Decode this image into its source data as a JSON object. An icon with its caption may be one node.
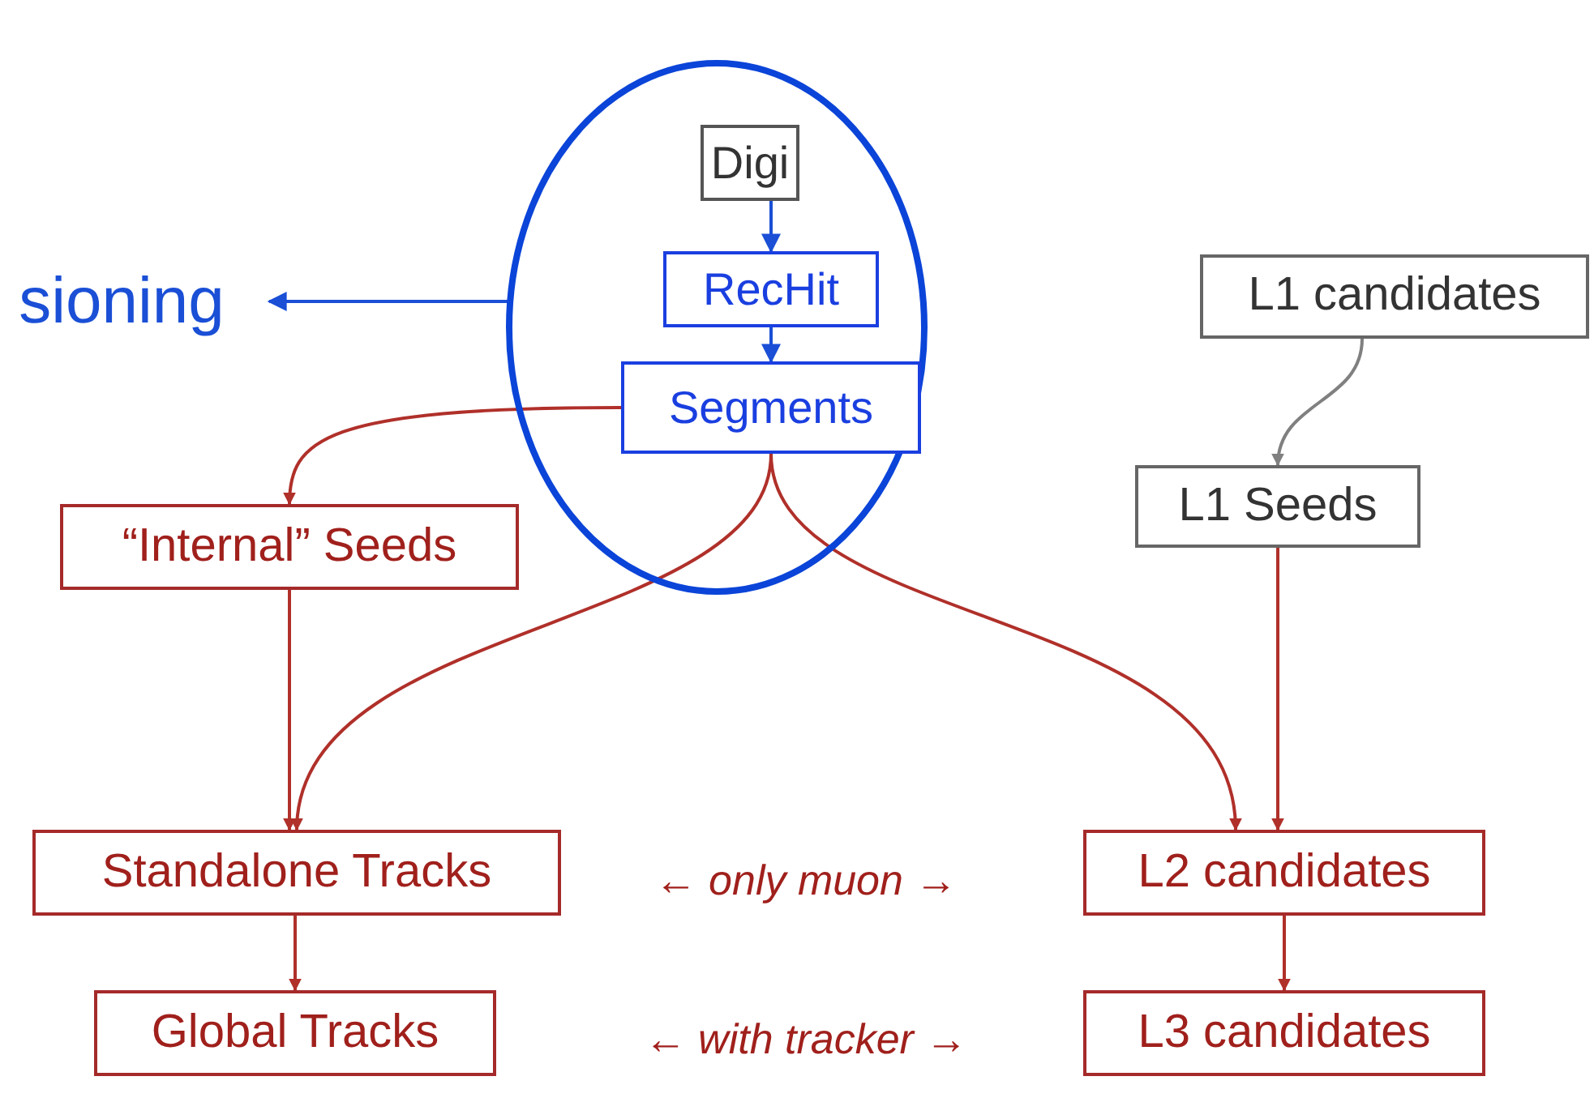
{
  "diagram": {
    "nodes": [
      {
        "text": [
          "sioning"
        ]
      },
      {
        "text": [],
        "shape": "circle"
      },
      {
        "text": [
          "Digi"
        ],
        "in": 1
      },
      {
        "text": [
          "RecHit"
        ],
        "in": 1
      },
      {
        "text": [
          "Segments"
        ],
        "in": 1
      },
      {
        "text": [
          "L1 candidates"
        ]
      },
      {
        "text": [
          "“Internal” Seeds"
        ]
      },
      {
        "text": [
          "L1 Seeds"
        ]
      },
      {
        "text": [
          "Standalone Tracks"
        ]
      },
      {
        "text": [
          "L2 candidates"
        ]
      },
      {
        "text": [
          "Global Tracks"
        ]
      },
      {
        "text": [
          "L3 candidates"
        ]
      }
    ],
    "edges": [
      {
        "from": 1,
        "to": 0,
        "arrow": "to",
        "color": "#1a4fd6"
      },
      {
        "from": 2,
        "to": 3,
        "arrow": "to",
        "color": "#1a4fd6"
      },
      {
        "from": 3,
        "to": 4,
        "arrow": "to",
        "color": "#1a4fd6"
      },
      {
        "from": 5,
        "to": 7,
        "arrow": "to",
        "color": "#808080"
      },
      {
        "from": 4,
        "to": 6,
        "arrow": "to"
      },
      {
        "from": 4,
        "to": 8,
        "arrow": "to"
      },
      {
        "from": 4,
        "to": 9,
        "arrow": "to"
      },
      {
        "from": 6,
        "to": 8,
        "arrow": "to"
      },
      {
        "from": 7,
        "to": 9,
        "arrow": "to"
      },
      {
        "from": 8,
        "to": 10,
        "arrow": "to"
      },
      {
        "from": 9,
        "to": 11,
        "arrow": "to"
      }
    ],
    "labels": [
      "← only muon →",
      "← with tracker →"
    ]
  }
}
